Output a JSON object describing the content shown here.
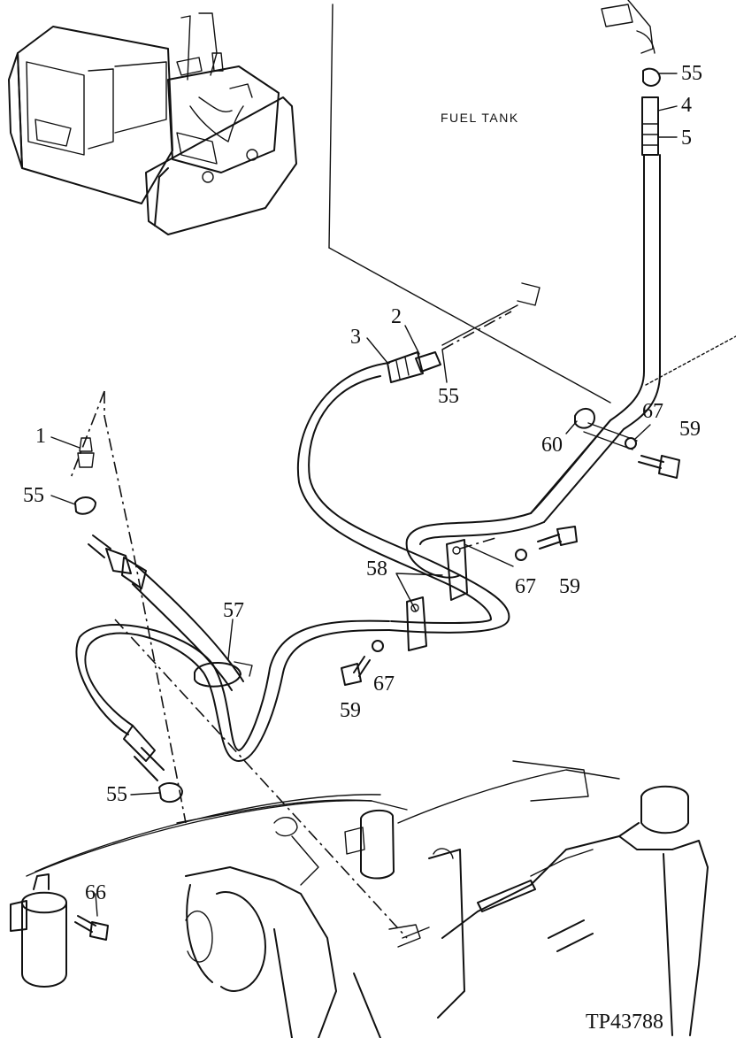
{
  "diagram": {
    "tank_label": "FUEL TANK",
    "figure_id": "TP43788",
    "callouts": {
      "c1": "1",
      "c2": "2",
      "c3": "3",
      "c4": "4",
      "c5": "5",
      "c55_top": "55",
      "c55_mid": "55",
      "c55_left": "55",
      "c55_bottom": "55",
      "c57": "57",
      "c58": "58",
      "c59_right": "59",
      "c59_mid": "59",
      "c59_low": "59",
      "c60": "60",
      "c66": "66",
      "c67_right": "67",
      "c67_mid": "67",
      "c67_low": "67"
    }
  }
}
